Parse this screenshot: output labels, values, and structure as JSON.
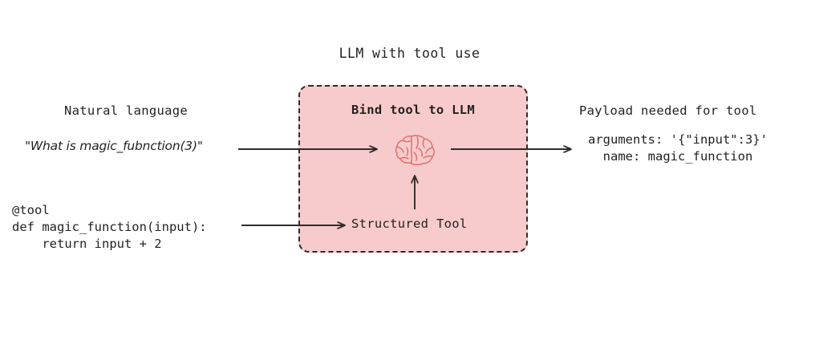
{
  "diagram": {
    "title": "LLM with tool use",
    "box": {
      "label": "Bind tool to LLM",
      "structured_tool_label": "Structured Tool",
      "icon": "brain-icon",
      "fill_color": "#f7cbcb",
      "border_color": "#2f2b2c",
      "brain_stroke_color": "#e0706e"
    },
    "left": {
      "heading": "Natural language",
      "quote": "\"What is magic_fubnction(3)\"",
      "code_lines": [
        "@tool",
        "def magic_function(input):",
        "    return input + 2"
      ]
    },
    "right": {
      "heading": "Payload needed for tool",
      "lines": [
        "arguments: '{\"input\":3}'",
        "  name: magic_function"
      ]
    },
    "arrows": [
      {
        "name": "arrow-nl-to-llm",
        "from": "natural-language-quote",
        "to": "llm-box"
      },
      {
        "name": "arrow-llm-to-payload",
        "from": "llm-box",
        "to": "payload"
      },
      {
        "name": "arrow-code-to-structured-tool",
        "from": "code-block",
        "to": "structured-tool"
      },
      {
        "name": "arrow-structured-tool-to-brain",
        "from": "structured-tool",
        "to": "brain-icon"
      }
    ]
  }
}
